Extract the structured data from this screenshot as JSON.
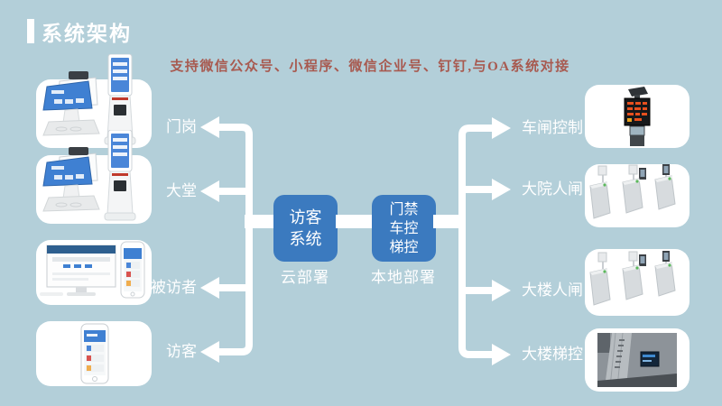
{
  "slide": {
    "title": "系统架构",
    "subtitle": "支持微信公众号、小程序、微信企业号、钉钉,与OA系统对接"
  },
  "colors": {
    "background": "#b3cfd9",
    "node_box_blue": "#3b7abf",
    "connector_white": "#ffffff",
    "title_text": "#ffffff",
    "label_text": "#ffffff",
    "subtitle_text": "#a85a50"
  },
  "left_nodes": [
    {
      "label": "门岗",
      "image": "checkin-terminal-and-kiosk"
    },
    {
      "label": "大堂",
      "image": "checkin-terminal-and-kiosk"
    },
    {
      "label": "被访者",
      "image": "desktop-monitor-and-phone"
    },
    {
      "label": "访客",
      "image": "smartphone-app"
    }
  ],
  "center_nodes": {
    "visitor_system": {
      "line1": "访客",
      "line2": "系统",
      "caption": "云部署"
    },
    "access_control": {
      "line1": "门禁",
      "line2": "车控",
      "line3": "梯控",
      "caption": "本地部署"
    }
  },
  "right_nodes": [
    {
      "label": "车闸控制",
      "image": "vehicle-gate-led-controller"
    },
    {
      "label": "大院人闸",
      "image": "speed-gate-turnstiles"
    },
    {
      "label": "大楼人闸",
      "image": "speed-gate-turnstiles"
    },
    {
      "label": "大楼梯控",
      "image": "elevator-access-panel"
    }
  ]
}
